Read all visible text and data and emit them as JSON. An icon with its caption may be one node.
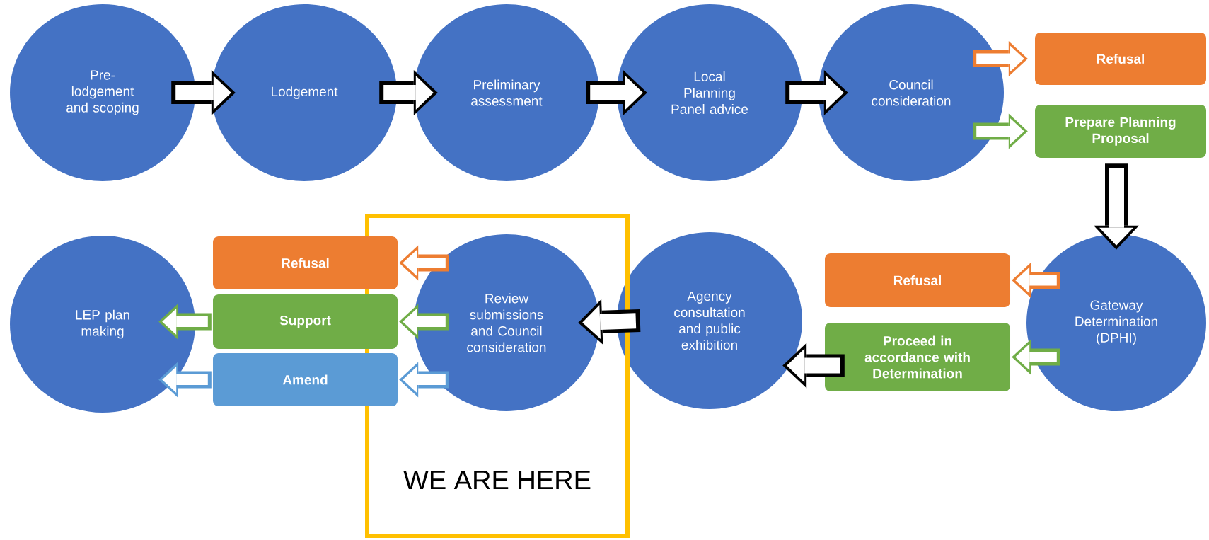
{
  "diagram": {
    "nodes": [
      {
        "text": [
          "Pre-lodgement and scoping"
        ]
      },
      {
        "text": [
          "Lodgement"
        ]
      },
      {
        "text": [
          "Preliminary assessment"
        ]
      },
      {
        "text": [
          "Local Planning Panel advice"
        ]
      },
      {
        "text": [
          "Council consideration"
        ]
      },
      {
        "text": [
          "Refusal"
        ]
      },
      {
        "text": [
          "Prepare Planning Proposal"
        ]
      },
      {
        "text": [
          "Gateway Determination (DPHI)"
        ]
      },
      {
        "text": [
          "Refusal"
        ]
      },
      {
        "text": [
          "Proceed in accordance with Determination"
        ]
      },
      {
        "text": [
          "Agency consultation and public exhibition"
        ]
      },
      {
        "text": [
          "WE ARE HERE"
        ]
      },
      {
        "text": [
          "Review submissions and Council consideration"
        ],
        "in": 11
      },
      {
        "text": [
          "Refusal"
        ]
      },
      {
        "text": [
          "Support"
        ]
      },
      {
        "text": [
          "Amend"
        ]
      },
      {
        "text": [
          "LEP plan making"
        ]
      }
    ],
    "edges": [
      {
        "from": 0,
        "to": 1,
        "arrow": "to"
      },
      {
        "from": 1,
        "to": 2,
        "arrow": "to"
      },
      {
        "from": 2,
        "to": 3,
        "arrow": "to"
      },
      {
        "from": 3,
        "to": 4,
        "arrow": "to"
      },
      {
        "from": 4,
        "to": 5,
        "arrow": "to",
        "color": "#ed7d31"
      },
      {
        "from": 4,
        "to": 6,
        "arrow": "to",
        "color": "#70ad47"
      },
      {
        "from": 6,
        "to": 7,
        "arrow": "to"
      },
      {
        "from": 7,
        "to": 8,
        "arrow": "to",
        "color": "#ed7d31"
      },
      {
        "from": 7,
        "to": 9,
        "arrow": "to",
        "color": "#70ad47"
      },
      {
        "from": 9,
        "to": 10,
        "arrow": "to"
      },
      {
        "from": 10,
        "to": 12,
        "arrow": "to"
      },
      {
        "from": 12,
        "to": 13,
        "arrow": "to",
        "color": "#ed7d31"
      },
      {
        "from": 12,
        "to": 14,
        "arrow": "to",
        "color": "#70ad47"
      },
      {
        "from": 12,
        "to": 15,
        "arrow": "to",
        "color": "#5b9bd5"
      },
      {
        "from": 14,
        "to": 16,
        "arrow": "to",
        "color": "#70ad47"
      },
      {
        "from": 15,
        "to": 16,
        "arrow": "to",
        "color": "#5b9bd5"
      }
    ]
  }
}
